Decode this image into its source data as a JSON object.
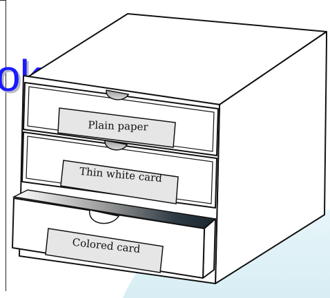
{
  "heading": {
    "visible_fragment": "oks"
  },
  "drawers": [
    {
      "label": "Plain paper"
    },
    {
      "label": "Thin white card"
    },
    {
      "label": "Colored card"
    }
  ],
  "colors": {
    "heading_blue": "#1a1aff",
    "swoosh": "#dff1f6",
    "line": "#111111",
    "handle_fill": "#cfcfcf",
    "label_fill": "#e6e6e6"
  }
}
